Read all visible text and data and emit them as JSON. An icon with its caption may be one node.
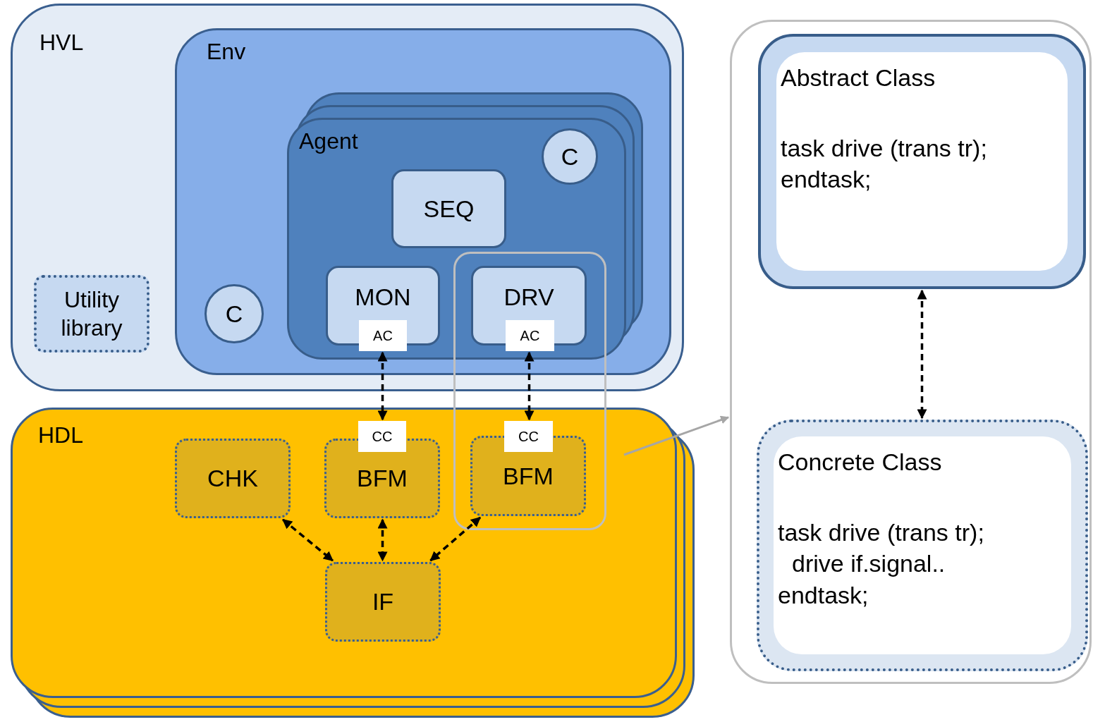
{
  "diagram": {
    "nodes": [
      {
        "text": [
          "HVL"
        ]
      },
      {
        "text": [
          "Env"
        ],
        "in": 0
      },
      {
        "text": [
          "Agent"
        ],
        "in": 1
      },
      {
        "text": [
          "C"
        ],
        "in": 2
      },
      {
        "text": [
          "SEQ"
        ],
        "in": 2
      },
      {
        "text": [
          "MON"
        ],
        "in": 2
      },
      {
        "text": [
          "AC"
        ],
        "in": 2
      },
      {
        "text": [
          "DRV"
        ],
        "in": 2
      },
      {
        "text": [
          "AC"
        ],
        "in": 2
      },
      {
        "text": [
          "C"
        ],
        "in": 1
      },
      {
        "text": [
          "Utility library"
        ],
        "in": 0
      },
      {
        "text": [
          "HDL"
        ]
      },
      {
        "text": [
          "CHK"
        ],
        "in": 11
      },
      {
        "text": [
          "BFM"
        ],
        "in": 11
      },
      {
        "text": [
          "CC"
        ],
        "in": 11
      },
      {
        "text": [
          "BFM"
        ],
        "in": 11
      },
      {
        "text": [
          "CC"
        ],
        "in": 11
      },
      {
        "text": [
          "IF"
        ],
        "in": 11
      },
      {
        "text": [],
        "shape": "box"
      },
      {
        "text": [
          "Abstract Class",
          "task drive (trans tr);",
          "endtask;"
        ],
        "in": 18
      },
      {
        "text": [
          "Concrete Class",
          "task drive (trans tr);",
          "drive if.signal..",
          "endtask;"
        ],
        "in": 18
      }
    ],
    "edges": [
      {
        "from": 6,
        "to": 14,
        "arrow": "both",
        "style": "dashed"
      },
      {
        "from": 8,
        "to": 16,
        "arrow": "both",
        "style": "dashed"
      },
      {
        "from": 12,
        "to": 17,
        "arrow": "both",
        "style": "dashed"
      },
      {
        "from": 13,
        "to": 17,
        "arrow": "both",
        "style": "dashed"
      },
      {
        "from": 15,
        "to": 17,
        "arrow": "both",
        "style": "dashed"
      },
      {
        "from": 19,
        "to": 20,
        "arrow": "both",
        "style": "dashed"
      },
      {
        "from": null,
        "to": 18,
        "arrow": "to",
        "color": "#a6a6a6"
      }
    ]
  }
}
